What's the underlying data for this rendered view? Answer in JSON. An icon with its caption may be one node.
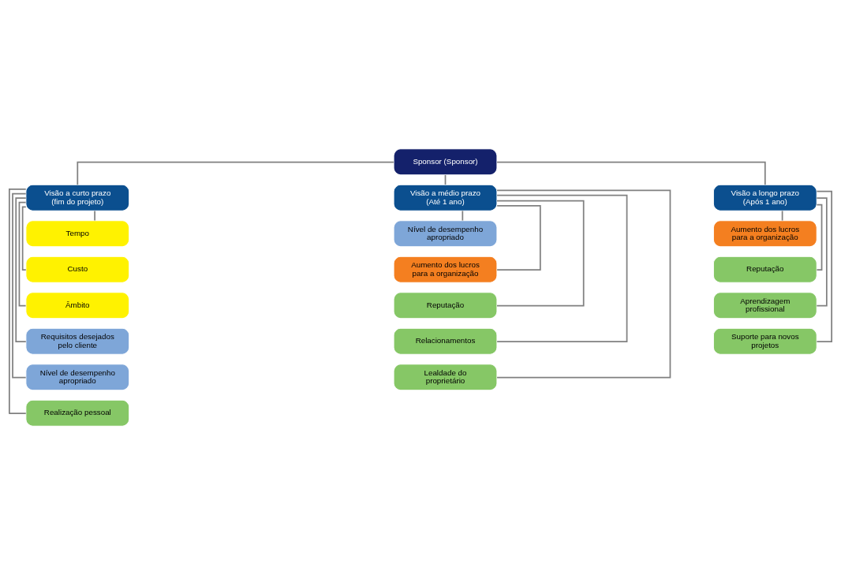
{
  "diagram": {
    "nodes": [
      {
        "text": [
          "Sponsor (Sponsor)"
        ]
      },
      {
        "text": [
          "Visão a curto prazo (fim do projeto)"
        ]
      },
      {
        "text": [
          "Visão a médio prazo (Até 1 ano)"
        ]
      },
      {
        "text": [
          "Visão a longo prazo (Após 1 ano)"
        ]
      },
      {
        "text": [
          "Tempo"
        ]
      },
      {
        "text": [
          "Custo"
        ]
      },
      {
        "text": [
          "Âmbito"
        ]
      },
      {
        "text": [
          "Requisitos desejados pelo cliente"
        ]
      },
      {
        "text": [
          "Nível de desempenho apropriado"
        ]
      },
      {
        "text": [
          "Realização pessoal"
        ]
      },
      {
        "text": [
          "Nível de desempenho apropriado"
        ]
      },
      {
        "text": [
          "Aumento dos lucros para a organização"
        ]
      },
      {
        "text": [
          "Reputação"
        ]
      },
      {
        "text": [
          "Relacionamentos"
        ]
      },
      {
        "text": [
          "Lealdade do proprietário"
        ]
      },
      {
        "text": [
          "Aumento dos lucros para a organização"
        ]
      },
      {
        "text": [
          "Reputação"
        ]
      },
      {
        "text": [
          "Aprendizagem profissional"
        ]
      },
      {
        "text": [
          "Suporte para novos projetos"
        ]
      }
    ],
    "edges": [
      {
        "from": 0,
        "to": 1,
        "arrow": "none"
      },
      {
        "from": 0,
        "to": 2,
        "arrow": "none"
      },
      {
        "from": 0,
        "to": 3,
        "arrow": "none"
      },
      {
        "from": 1,
        "to": 4,
        "arrow": "none"
      },
      {
        "from": 1,
        "to": 5,
        "arrow": "none"
      },
      {
        "from": 1,
        "to": 6,
        "arrow": "none"
      },
      {
        "from": 1,
        "to": 7,
        "arrow": "none"
      },
      {
        "from": 1,
        "to": 8,
        "arrow": "none"
      },
      {
        "from": 1,
        "to": 9,
        "arrow": "none"
      },
      {
        "from": 2,
        "to": 10,
        "arrow": "none"
      },
      {
        "from": 2,
        "to": 11,
        "arrow": "none"
      },
      {
        "from": 2,
        "to": 12,
        "arrow": "none"
      },
      {
        "from": 2,
        "to": 13,
        "arrow": "none"
      },
      {
        "from": 2,
        "to": 14,
        "arrow": "none"
      },
      {
        "from": 3,
        "to": 15,
        "arrow": "none"
      },
      {
        "from": 3,
        "to": 16,
        "arrow": "none"
      },
      {
        "from": 3,
        "to": 17,
        "arrow": "none"
      },
      {
        "from": 3,
        "to": 18,
        "arrow": "none"
      }
    ]
  }
}
